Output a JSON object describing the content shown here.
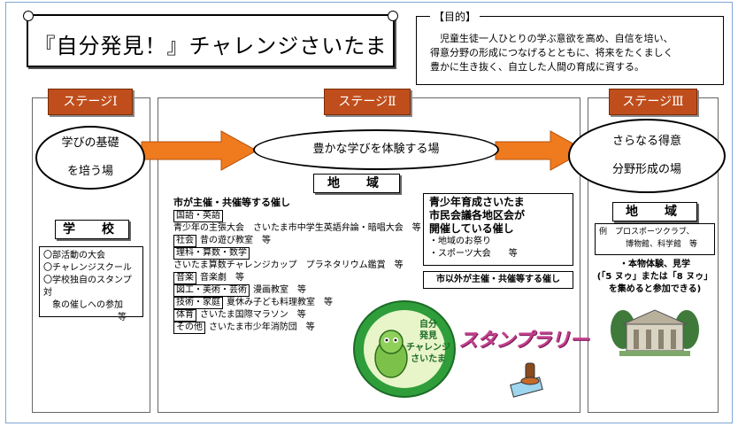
{
  "title": "『自分発見！』チャレンジさいたま",
  "purpose": {
    "label": "【目的】",
    "lines": [
      "　児童生徒一人ひとりの学ぶ意欲を高め、自信を培い、",
      "得意分野の形成につなげるとともに、将来をたくましく",
      "豊かに生き抜く、自立した人間の育成に資する。"
    ]
  },
  "stage1": {
    "banner": "ステージⅠ",
    "oval_lines": [
      "学びの基礎",
      "を培う場"
    ],
    "label": "学　校",
    "items": [
      "〇部活動の大会",
      "〇チャレンジスクール",
      "〇学校独自のスタンプ対",
      "　象の催しへの参加",
      "等"
    ]
  },
  "stage2": {
    "banner": "ステージⅡ",
    "oval": "豊かな学びを体験する場",
    "label": "地　域",
    "city": {
      "heading": "市が主催・共催等する催し",
      "rows": [
        {
          "cat": "国語・英語",
          "text": ""
        },
        {
          "cat": "",
          "text": "青少年の主張大会　さいたま市中学生英語弁論・暗唱大会　等"
        },
        {
          "cat": "社会",
          "text": "昔の遊び教室　等"
        },
        {
          "cat": "理科・算数・数学",
          "text": ""
        },
        {
          "cat": "",
          "text": "さいたま算数チャレンジカップ　プラネタリウム鑑賞　等"
        },
        {
          "cat": "音楽",
          "text": "音楽劇　等"
        },
        {
          "cat": "図工・美術・芸術",
          "text": "漫画教室　等"
        },
        {
          "cat": "技術・家庭",
          "text": "夏休み子ども料理教室　等"
        },
        {
          "cat": "体育",
          "text": "さいたま国際マラソン　等"
        },
        {
          "cat": "その他",
          "text": "さいたま市少年消防団　等"
        }
      ]
    },
    "youth": {
      "heading_lines": [
        "青少年育成さいたま",
        "市民会議各地区会が",
        "開催している催し"
      ],
      "items": [
        "・地域のお祭り",
        "・スポーツ大会　　等"
      ]
    },
    "outside": "市以外が主催・共催等する催し",
    "stamp_rally": "スタンプラリー",
    "badge_lines": [
      "自分",
      "発見",
      "チャレンジ",
      "さいたま"
    ]
  },
  "stage3": {
    "banner": "ステージⅢ",
    "oval_lines": [
      "さらなる得意",
      "分野形成の場"
    ],
    "label": "地　域",
    "example_lines": [
      "例　プロスポーツクラブ、",
      "博物館、科学館　等"
    ],
    "note_lines": [
      "・本物体験、見学",
      "(「5 ヌゥ」または「8 ヌゥ」",
      "を集めると参加できる)"
    ]
  },
  "colors": {
    "banner": "#bf4e1c",
    "arrow": "#f07a1e",
    "badge_green": "#2f9e3a",
    "stamp_pink": "#c2408e"
  }
}
